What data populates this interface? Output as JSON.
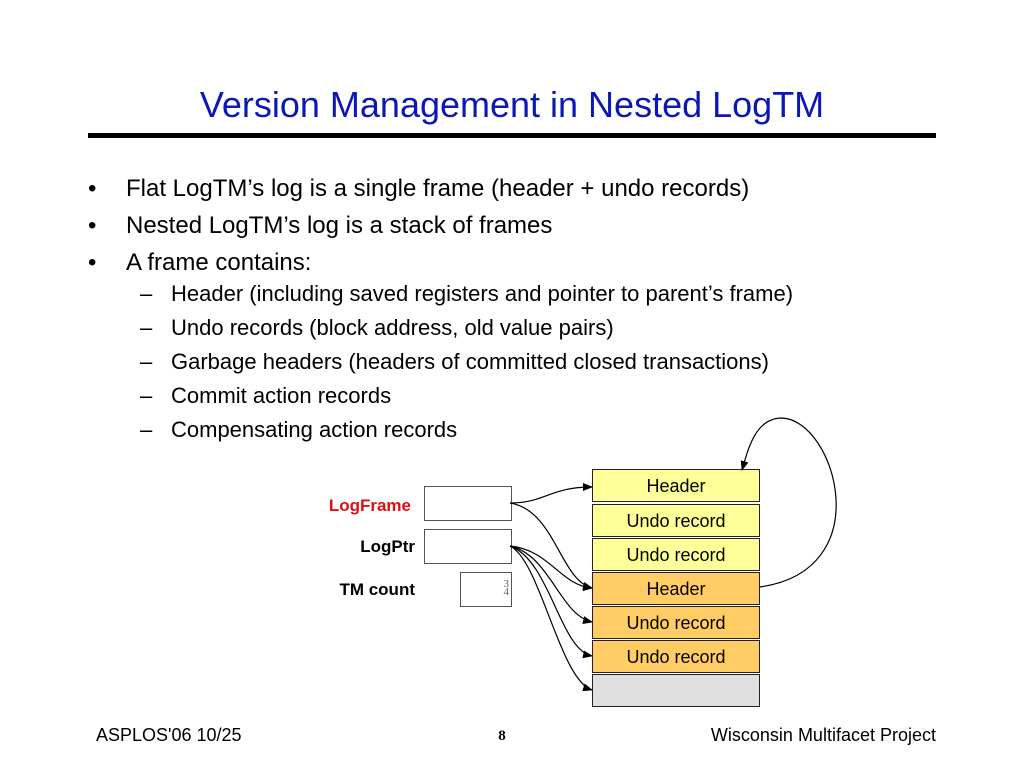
{
  "slide": {
    "title": "Version Management in Nested LogTM",
    "bullets": [
      "Flat LogTM’s log is a single frame (header + undo records)",
      "Nested LogTM’s log is a stack of frames",
      "A frame contains:"
    ],
    "sub_bullets": [
      "Header (including saved registers and pointer to parent’s frame)",
      "Undo records (block address, old value pairs)",
      "Garbage headers (headers of committed closed transactions)",
      "Commit action records",
      "Compensating action records"
    ]
  },
  "diagram": {
    "registers": {
      "log_frame": "LogFrame",
      "log_ptr": "LogPtr",
      "tm_count": "TM count",
      "tm_count_values": [
        "3",
        "4"
      ]
    },
    "log_cells": [
      "Header",
      "Undo record",
      "Undo record",
      "Header",
      "Undo record",
      "Undo record",
      ""
    ],
    "colors": {
      "title": "#0b18b4",
      "log_frame_label": "#e01010",
      "outer_frame": "#ffff99",
      "inner_frame": "#ffcc66",
      "empty_cell": "#e0e0e0"
    }
  },
  "footer": {
    "left": "ASPLOS'06 10/25",
    "page": "8",
    "right": "Wisconsin Multifacet Project"
  }
}
